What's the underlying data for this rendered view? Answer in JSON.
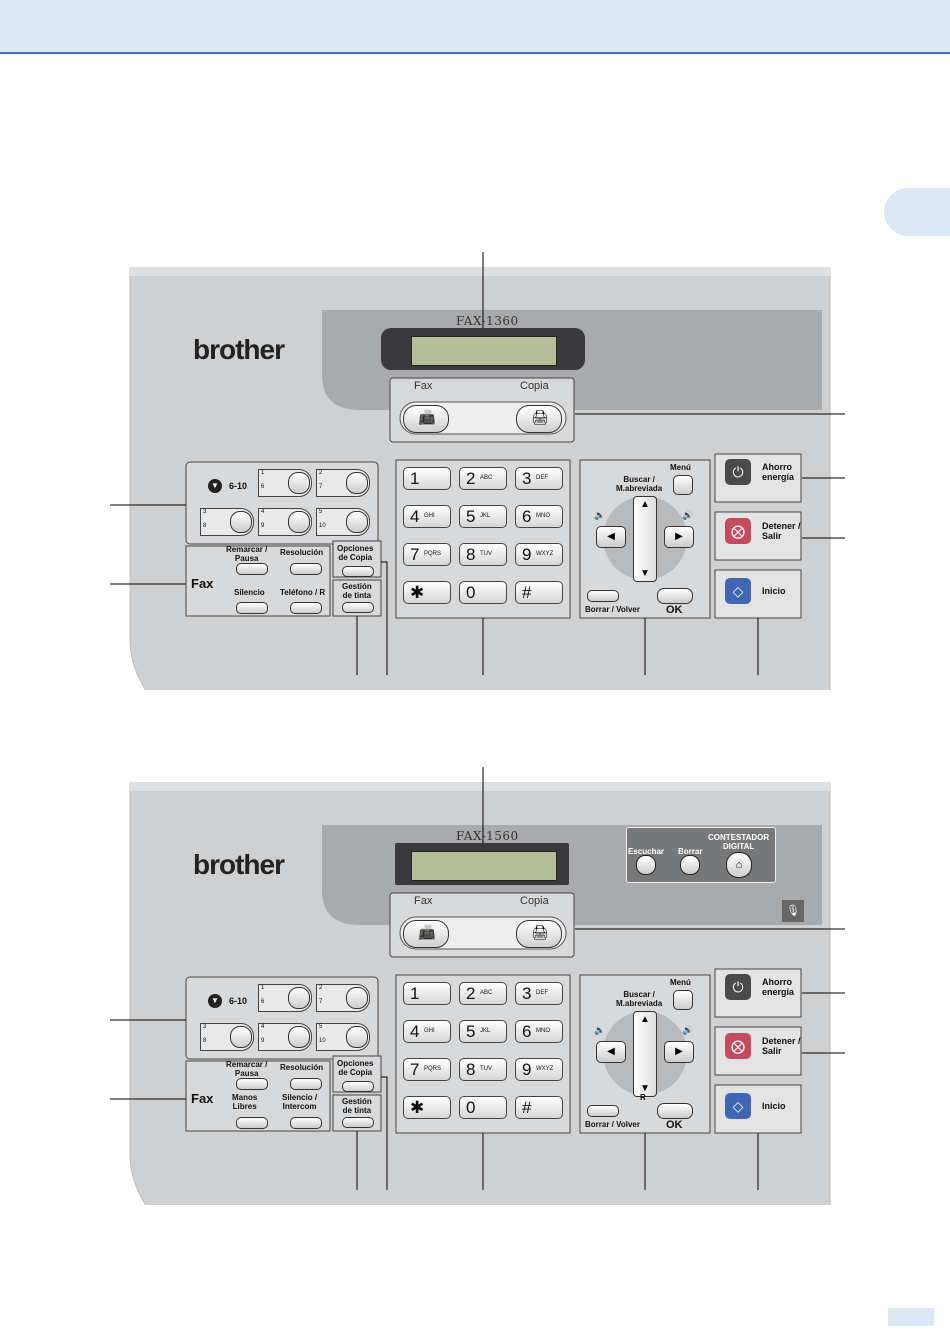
{
  "panel1": {
    "model": "FAX-1360",
    "brand": "brother",
    "modes": {
      "fax": "Fax",
      "copy": "Copia"
    },
    "onetouch": {
      "shift": "6-10",
      "n1": "1",
      "n6": "6",
      "n2": "2",
      "n7": "7",
      "n3": "3",
      "n8": "8",
      "n4": "4",
      "n9": "9",
      "n5": "5",
      "n10": "10"
    },
    "fax_keys": {
      "group": "Fax",
      "redial": "Remarcar /\nPausa",
      "resolution": "Resolución",
      "mute": "Silencio",
      "tel": "Teléfono / R"
    },
    "copy_options": "Opciones\nde Copia",
    "ink": "Gestión\nde tinta",
    "dial": [
      [
        "1",
        ""
      ],
      [
        "2",
        "ABC"
      ],
      [
        "3",
        "DEF"
      ],
      [
        "4",
        "GHI"
      ],
      [
        "5",
        "JKL"
      ],
      [
        "6",
        "MNO"
      ],
      [
        "7",
        "PQRS"
      ],
      [
        "8",
        "TUV"
      ],
      [
        "9",
        "WXYZ"
      ],
      [
        "✱",
        ""
      ],
      [
        "0",
        ""
      ],
      [
        "#",
        ""
      ]
    ],
    "nav": {
      "search": "Buscar /\nM.abreviada",
      "menu": "Menú",
      "clear": "Borrar / Volver",
      "ok": "OK"
    },
    "power": "Ahorro\nenergía",
    "stop": "Detener /\nSalir",
    "start": "Inicio"
  },
  "panel2": {
    "model": "FAX-1560",
    "brand": "brother",
    "modes": {
      "fax": "Fax",
      "copy": "Copia"
    },
    "tad": {
      "play": "Escuchar",
      "erase": "Borrar",
      "title": "CONTESTADOR\nDIGITAL"
    },
    "onetouch": {
      "shift": "6-10",
      "n1": "1",
      "n6": "6",
      "n2": "2",
      "n7": "7",
      "n3": "3",
      "n8": "8",
      "n4": "4",
      "n9": "9",
      "n5": "5",
      "n10": "10"
    },
    "fax_keys": {
      "group": "Fax",
      "redial": "Remarcar /\nPausa",
      "resolution": "Resolución",
      "speaker": "Manos\nLibres",
      "intercom": "Silencio /\nIntercom"
    },
    "copy_options": "Opciones\nde Copia",
    "ink": "Gestión\nde tinta",
    "dial": [
      [
        "1",
        ""
      ],
      [
        "2",
        "ABC"
      ],
      [
        "3",
        "DEF"
      ],
      [
        "4",
        "GHI"
      ],
      [
        "5",
        "JKL"
      ],
      [
        "6",
        "MNO"
      ],
      [
        "7",
        "PQRS"
      ],
      [
        "8",
        "TUV"
      ],
      [
        "9",
        "WXYZ"
      ],
      [
        "✱",
        ""
      ],
      [
        "0",
        ""
      ],
      [
        "#",
        ""
      ]
    ],
    "nav": {
      "search": "Buscar /\nM.abreviada",
      "menu": "Menú",
      "r": "R",
      "clear": "Borrar / Volver",
      "ok": "OK"
    },
    "power": "Ahorro\nenergía",
    "stop": "Detener /\nSalir",
    "start": "Inicio"
  }
}
